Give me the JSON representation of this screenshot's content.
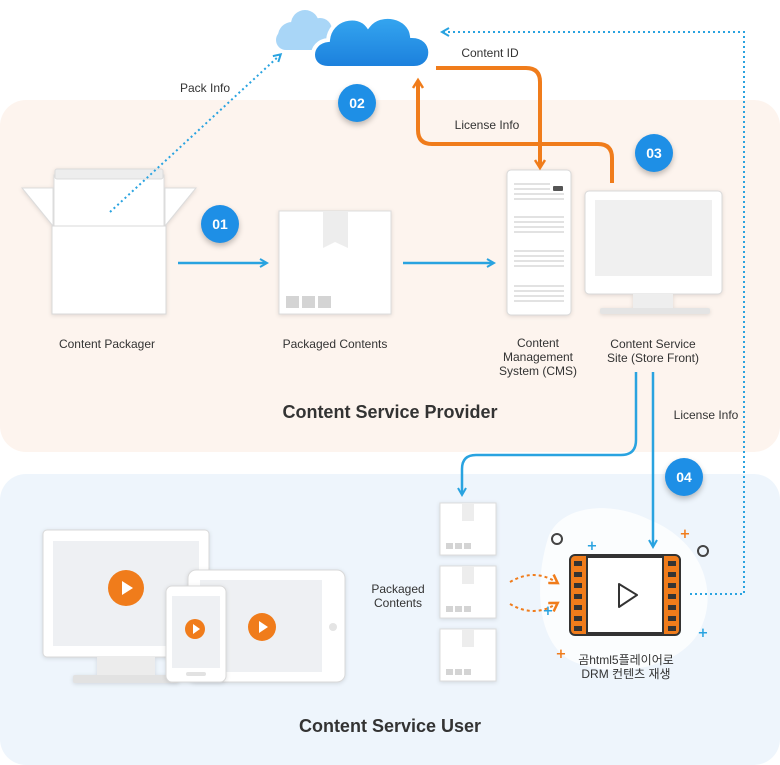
{
  "nodes": {
    "content_packager": "Content Packager",
    "packaged_contents_provider": "Packaged Contents",
    "cms": "Content\nManagement\nSystem (CMS)",
    "store_front": "Content Service\nSite (Store Front)",
    "packaged_contents_user": "Packaged\nContents",
    "player": "곰html5플레이어로\nDRM 컨텐츠 재생"
  },
  "edges": {
    "pack_info": "Pack Info",
    "content_id": "Content ID",
    "license_info_top": "License Info",
    "license_info_right": "License Info"
  },
  "steps": [
    "01",
    "02",
    "03",
    "04"
  ],
  "zones": {
    "provider": "Content Service Provider",
    "user": "Content Service User"
  },
  "colors": {
    "orange": "#f07c1b",
    "blue": "#29a3e0",
    "badge": "#1e8fe6",
    "provider_bg": "#fdf4ee",
    "user_bg": "#eef5fc"
  }
}
